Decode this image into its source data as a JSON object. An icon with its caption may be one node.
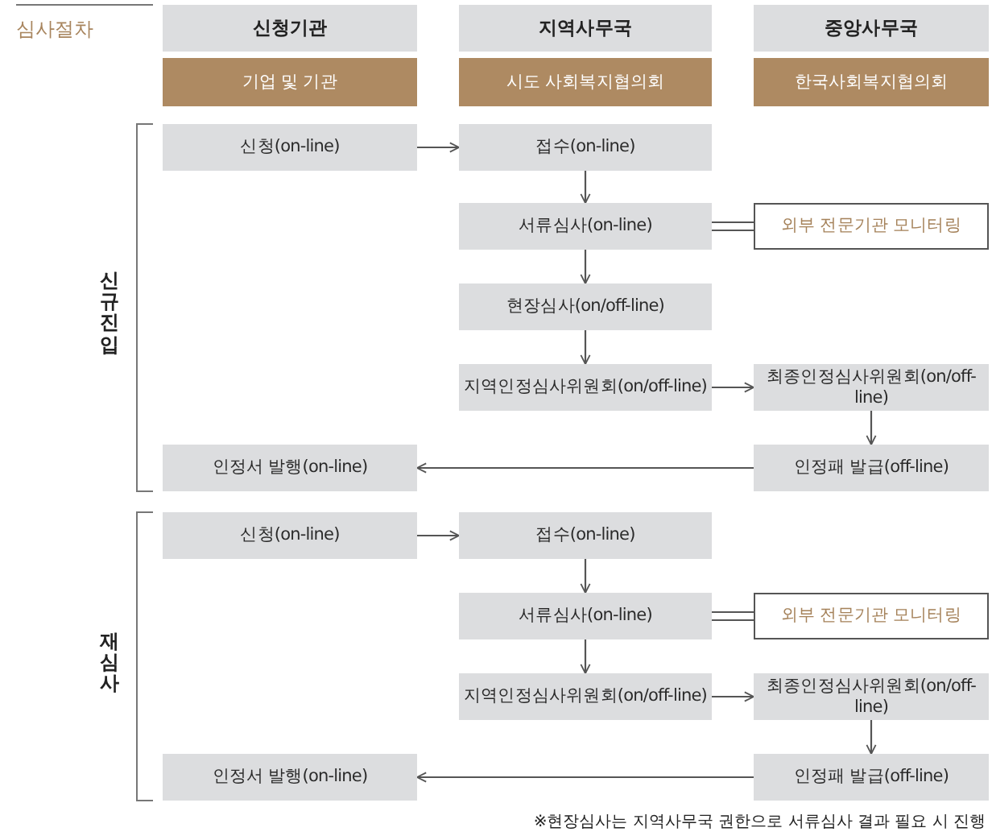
{
  "diagram": {
    "nodes": [
      {
        "text": [
          "신청기관"
        ]
      },
      {
        "text": [
          "지역사무국"
        ]
      },
      {
        "text": [
          "중앙사무국"
        ]
      },
      {
        "text": [
          "기업 및 기관"
        ]
      },
      {
        "text": [
          "시도 사회복지협의회"
        ]
      },
      {
        "text": [
          "한국사회복지협의회"
        ]
      },
      {
        "text": [
          "신청(on-line)"
        ]
      },
      {
        "text": [
          "접수(on-line)"
        ]
      },
      {
        "text": [
          "서류심사(on-line)"
        ]
      },
      {
        "text": [
          "외부 전문기관 모니터링"
        ]
      },
      {
        "text": [
          "현장심사(on/off-line)"
        ]
      },
      {
        "text": [
          "지역인정심사위원회(on/off-line)"
        ]
      },
      {
        "text": [
          "최종인정심사위원회(on/off-line)"
        ]
      },
      {
        "text": [
          "인정서 발행(on-line)"
        ]
      },
      {
        "text": [
          "인정패 발급(off-line)"
        ]
      },
      {
        "text": [
          "신청(on-line)"
        ]
      },
      {
        "text": [
          "접수(on-line)"
        ]
      },
      {
        "text": [
          "서류심사(on-line)"
        ]
      },
      {
        "text": [
          "외부 전문기관 모니터링"
        ]
      },
      {
        "text": [
          "지역인정심사위원회(on/off-line)"
        ]
      },
      {
        "text": [
          "최종인정심사위원회(on/off-line)"
        ]
      },
      {
        "text": [
          "인정서 발행(on-line)"
        ]
      },
      {
        "text": [
          "인정패 발급(off-line)"
        ]
      }
    ],
    "edges": [
      {
        "from": 6,
        "to": 7,
        "arrow": "to"
      },
      {
        "from": 7,
        "to": 8,
        "arrow": "to"
      },
      {
        "from": 8,
        "to": 9,
        "arrow": "none"
      },
      {
        "from": 8,
        "to": 10,
        "arrow": "to"
      },
      {
        "from": 10,
        "to": 11,
        "arrow": "to"
      },
      {
        "from": 11,
        "to": 12,
        "arrow": "to"
      },
      {
        "from": 12,
        "to": 14,
        "arrow": "to"
      },
      {
        "from": 14,
        "to": 13,
        "arrow": "to"
      },
      {
        "from": 15,
        "to": 16,
        "arrow": "to"
      },
      {
        "from": 16,
        "to": 17,
        "arrow": "to"
      },
      {
        "from": 17,
        "to": 18,
        "arrow": "none"
      },
      {
        "from": 17,
        "to": 19,
        "arrow": "to"
      },
      {
        "from": 19,
        "to": 20,
        "arrow": "to"
      },
      {
        "from": 20,
        "to": 22,
        "arrow": "to"
      },
      {
        "from": 22,
        "to": 21,
        "arrow": "to"
      }
    ],
    "labels": [
      "심사절차",
      "신규진입",
      "재심사",
      "※현장심사는 지역사무국 권한으로 서류심사 결과 필요 시 진행"
    ]
  }
}
